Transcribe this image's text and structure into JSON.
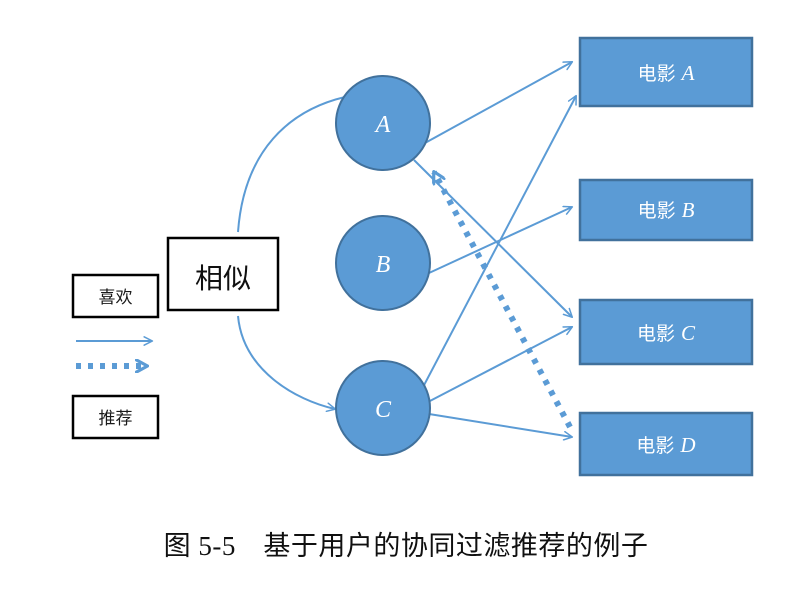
{
  "figure": {
    "caption": "图 5-5　基于用户的协同过滤推荐的例子",
    "colors": {
      "shape_fill": "#5B9BD5",
      "shape_stroke": "#41719C",
      "line": "#5B9BD5",
      "legend_box_stroke": "#000000",
      "legend_text": "#1A1A1A",
      "shape_text": "#FFFFFF",
      "background": "#FFFFFF"
    }
  },
  "similarity_box": {
    "label": "相似"
  },
  "users": [
    {
      "id": "user-a",
      "label": "A"
    },
    {
      "id": "user-b",
      "label": "B"
    },
    {
      "id": "user-c",
      "label": "C"
    }
  ],
  "items": [
    {
      "id": "movie-a",
      "prefix": "电影",
      "letter": "A"
    },
    {
      "id": "movie-b",
      "prefix": "电影",
      "letter": "B"
    },
    {
      "id": "movie-c",
      "prefix": "电影",
      "letter": "C"
    },
    {
      "id": "movie-d",
      "prefix": "电影",
      "letter": "D"
    }
  ],
  "legend": {
    "like_label": "喜欢",
    "recommend_label": "推荐",
    "like_line_style": "solid-arrow",
    "recommend_line_style": "dotted-arrow"
  },
  "edges": {
    "like": [
      {
        "from": "user-a",
        "to": "movie-a"
      },
      {
        "from": "user-a",
        "to": "movie-c"
      },
      {
        "from": "user-b",
        "to": "movie-b"
      },
      {
        "from": "user-c",
        "to": "movie-a"
      },
      {
        "from": "user-c",
        "to": "movie-c"
      },
      {
        "from": "user-c",
        "to": "movie-d"
      }
    ],
    "recommend": [
      {
        "from": "movie-d",
        "to": "user-a"
      }
    ],
    "similarity": [
      {
        "from": "user-a",
        "to": "user-c",
        "via": "similarity_box"
      }
    ]
  }
}
